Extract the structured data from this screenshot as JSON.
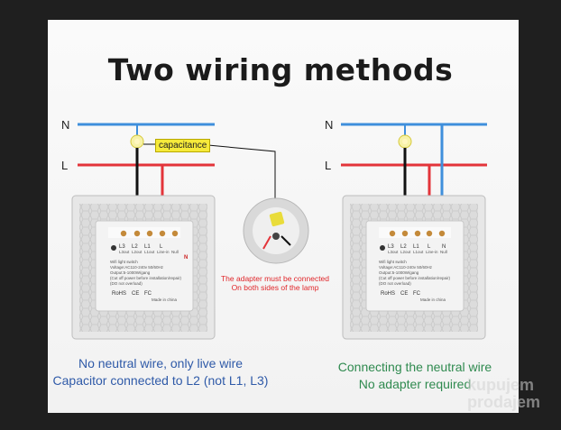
{
  "title": "Two wiring methods",
  "lines": {
    "n": "N",
    "l": "L"
  },
  "capacitance_label": "capacitance",
  "adapter_note": [
    "The adapter must be connected",
    "On both sides of the lamp"
  ],
  "switch_terminals": [
    "L3",
    "L2",
    "L1",
    "L",
    "N"
  ],
  "switch_small_labels": [
    "L3out",
    "L2out",
    "L1out",
    "Line-in",
    "Null"
  ],
  "switch_spec_lines": [
    "Wifi light switch",
    "Voltage:AC110-240v 50/60Hz",
    "Output:5-1000W/gang",
    "(Cut off power before installation/repair)",
    "(DO not overload)"
  ],
  "switch_marks": [
    "RoHS",
    "CE",
    "FC"
  ],
  "switch_made_in": "Made in china",
  "left_caption": [
    "No neutral wire, only live wire",
    "Capacitor connected to L2 (not L1, L3)"
  ],
  "right_caption": [
    "Connecting the neutral wire",
    "No adapter required"
  ],
  "watermark": [
    "kupujem",
    "prodajem"
  ],
  "colors": {
    "neutral": "#3f8fdc",
    "live": "#e3343a",
    "ground": "#111111",
    "caption_left": "#2f5aa8",
    "caption_right": "#2f8a4f",
    "note": "#e0262a",
    "capacitance": "#f6ea3a"
  }
}
